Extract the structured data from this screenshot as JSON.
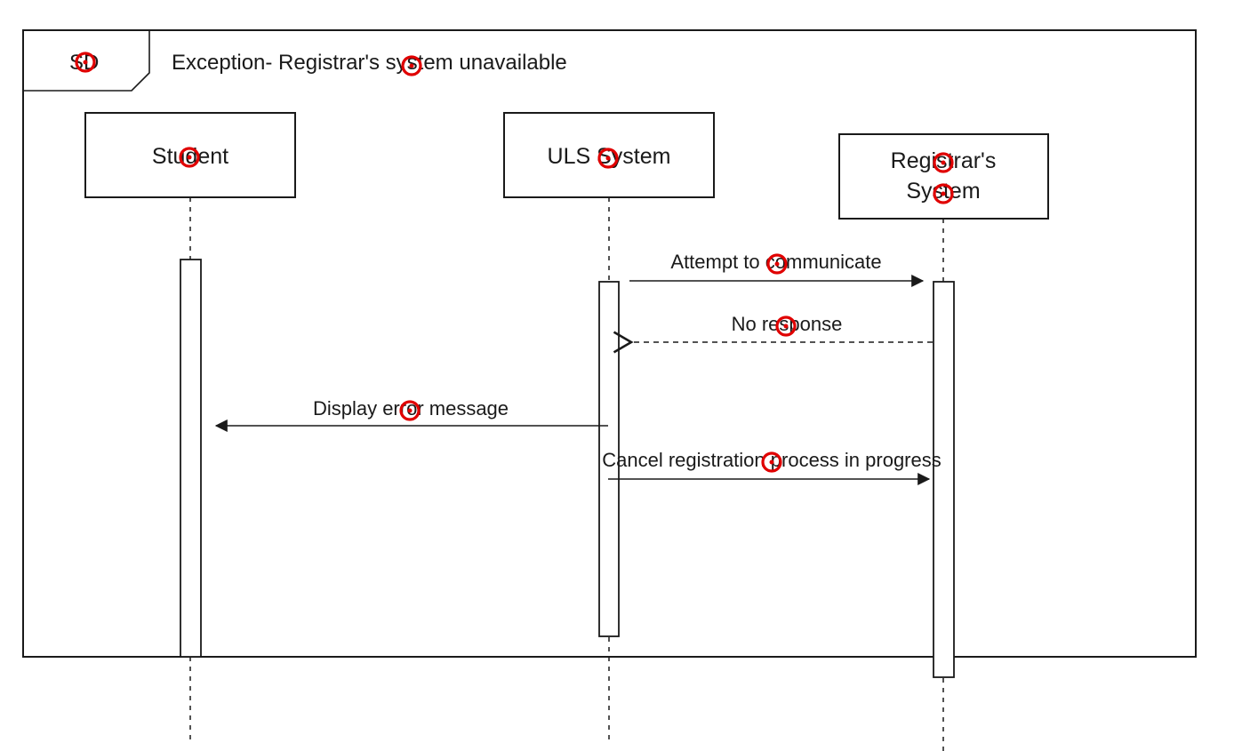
{
  "frame": {
    "operator": "SD",
    "title": "Exception- Registrar's system unavailable"
  },
  "participants": [
    {
      "id": "student",
      "label_lines": [
        "Student"
      ]
    },
    {
      "id": "uls",
      "label_lines": [
        "ULS System"
      ]
    },
    {
      "id": "registrar",
      "label_lines": [
        "Registrar's",
        "System"
      ]
    }
  ],
  "messages": [
    {
      "label": "Attempt to communicate",
      "from": "uls",
      "to": "registrar",
      "kind": "sync"
    },
    {
      "label": "No response",
      "from": "registrar",
      "to": "uls",
      "kind": "reply"
    },
    {
      "label": "Display error message",
      "from": "uls",
      "to": "student",
      "kind": "sync"
    },
    {
      "label": "Cancel registration process in progress",
      "from": "uls",
      "to": "registrar",
      "kind": "sync"
    }
  ],
  "colors": {
    "line": "#1a1a1a",
    "activation_fill": "#ffffff",
    "marker": "#e00000"
  }
}
